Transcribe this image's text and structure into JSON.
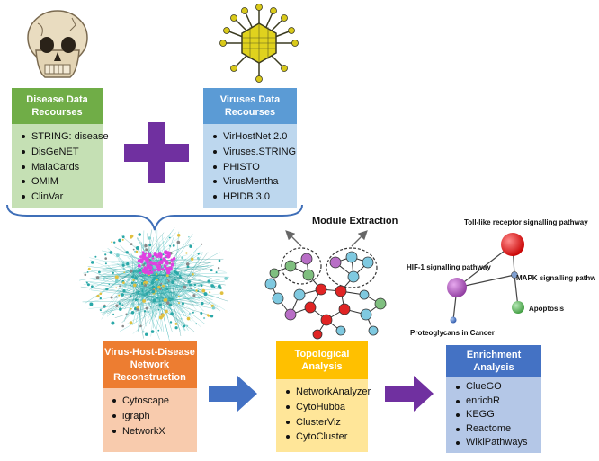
{
  "disease_box": {
    "title_line1": "Disease Data",
    "title_line2": "Recourses",
    "items": [
      "STRING: disease",
      "DisGeNET",
      "MalaCards",
      "OMIM",
      "ClinVar"
    ]
  },
  "virus_box": {
    "title_line1": "Viruses Data",
    "title_line2": "Recourses",
    "items": [
      "VirHostNet 2.0",
      "Viruses.STRING",
      "PHISTO",
      "VirusMentha",
      "HPIDB 3.0"
    ]
  },
  "network_box": {
    "title_line1": "Virus-Host-Disease",
    "title_line2": "Network",
    "title_line3": "Reconstruction",
    "items": [
      "Cytoscape",
      "igraph",
      "NetworkX"
    ]
  },
  "topology_box": {
    "title_line1": "Topological",
    "title_line2": "Analysis",
    "items": [
      "NetworkAnalyzer",
      "CytoHubba",
      "ClusterViz",
      "CytoCluster"
    ]
  },
  "enrichment_box": {
    "title_line1": "Enrichment",
    "title_line2": "Analysis",
    "items": [
      "ClueGO",
      "enrichR",
      "KEGG",
      "Reactome",
      "WikiPathways"
    ]
  },
  "module_extraction_label": "Module Extraction",
  "pathway_labels": {
    "toll": "Toll-like receptor signalling pathway",
    "hif": "HIF-1 signalling pathway",
    "mapk": "MAPK signalling pathway",
    "apoptosis": "Apoptosis",
    "proteoglycans": "Proteoglycans in Cancer"
  },
  "icons": {
    "skull": "skull-icon",
    "virus": "virus-icon",
    "plus": "plus-icon",
    "arrow": "right-arrow-icon",
    "brace": "curly-brace-icon"
  },
  "colors": {
    "disease_header": "#70ad47",
    "disease_body": "#c5e0b4",
    "virus_header": "#5b9bd5",
    "virus_body": "#bdd7ee",
    "network_header": "#ed7d31",
    "network_body": "#f8cbad",
    "topology_header": "#ffc000",
    "topology_body": "#ffe699",
    "enrichment_header": "#4472c4",
    "enrichment_body": "#b4c7e7",
    "plus": "#7030a0",
    "arrow_blue": "#4472c4",
    "arrow_purple": "#7030a0"
  }
}
